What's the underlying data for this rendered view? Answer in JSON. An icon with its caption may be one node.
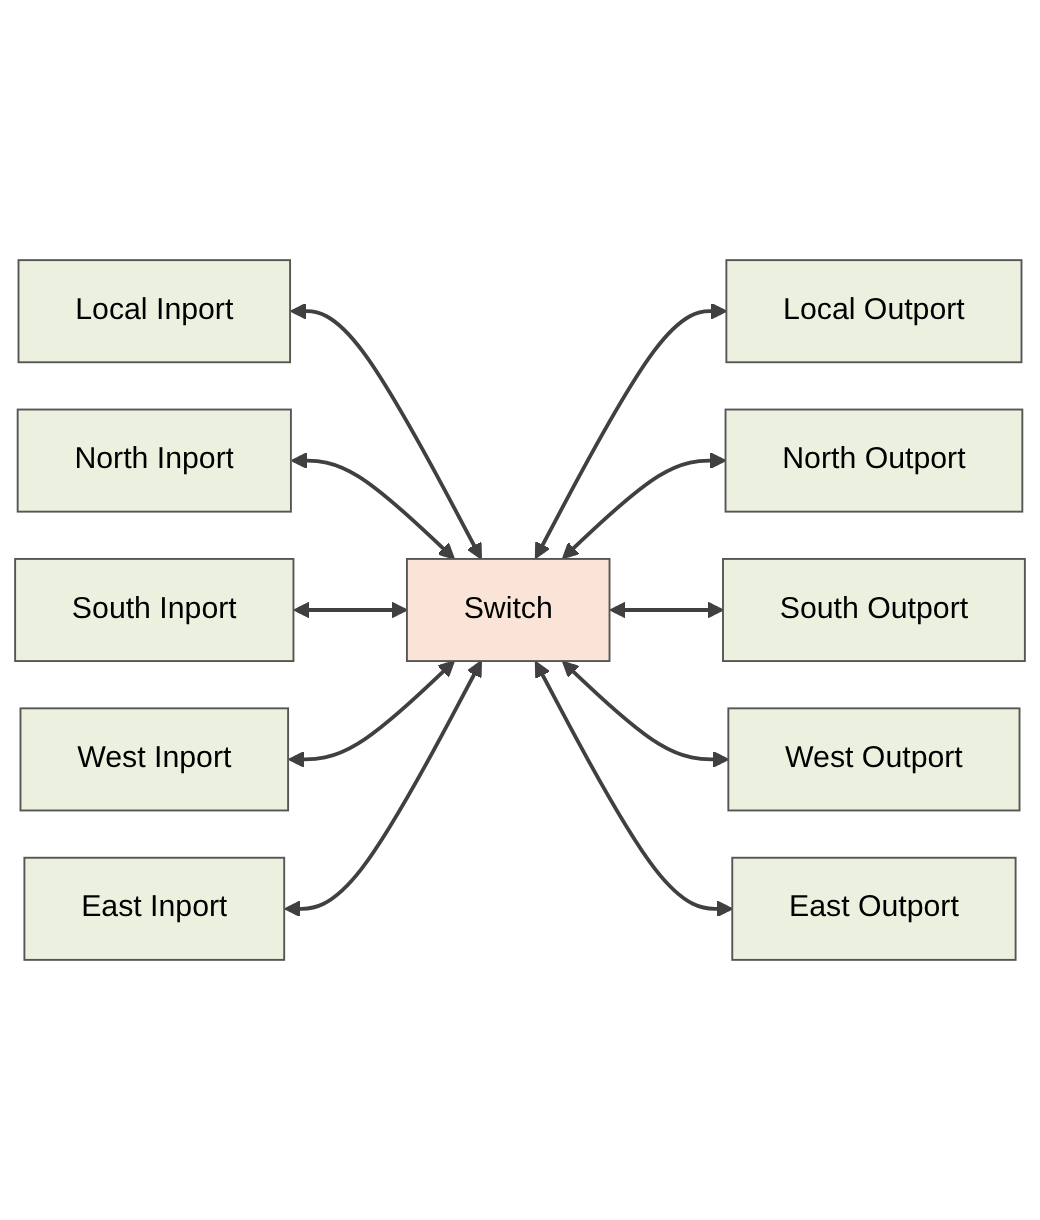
{
  "diagram": {
    "nodes": [
      {
        "text": [
          "Local Inport"
        ]
      },
      {
        "text": [
          "North Inport"
        ]
      },
      {
        "text": [
          "South Inport"
        ]
      },
      {
        "text": [
          "West Inport"
        ]
      },
      {
        "text": [
          "East Inport"
        ]
      },
      {
        "text": [
          "Switch"
        ]
      },
      {
        "text": [
          "Local Outport"
        ]
      },
      {
        "text": [
          "North Outport"
        ]
      },
      {
        "text": [
          "South Outport"
        ]
      },
      {
        "text": [
          "West Outport"
        ]
      },
      {
        "text": [
          "East Outport"
        ]
      }
    ],
    "edges": [
      {
        "from": 0,
        "to": 5,
        "arrow": "both"
      },
      {
        "from": 1,
        "to": 5,
        "arrow": "both"
      },
      {
        "from": 2,
        "to": 5,
        "arrow": "both"
      },
      {
        "from": 3,
        "to": 5,
        "arrow": "both"
      },
      {
        "from": 4,
        "to": 5,
        "arrow": "both"
      },
      {
        "from": 5,
        "to": 6,
        "arrow": "both"
      },
      {
        "from": 5,
        "to": 7,
        "arrow": "both"
      },
      {
        "from": 5,
        "to": 8,
        "arrow": "both"
      },
      {
        "from": 5,
        "to": 9,
        "arrow": "both"
      },
      {
        "from": 5,
        "to": 10,
        "arrow": "both"
      }
    ]
  }
}
